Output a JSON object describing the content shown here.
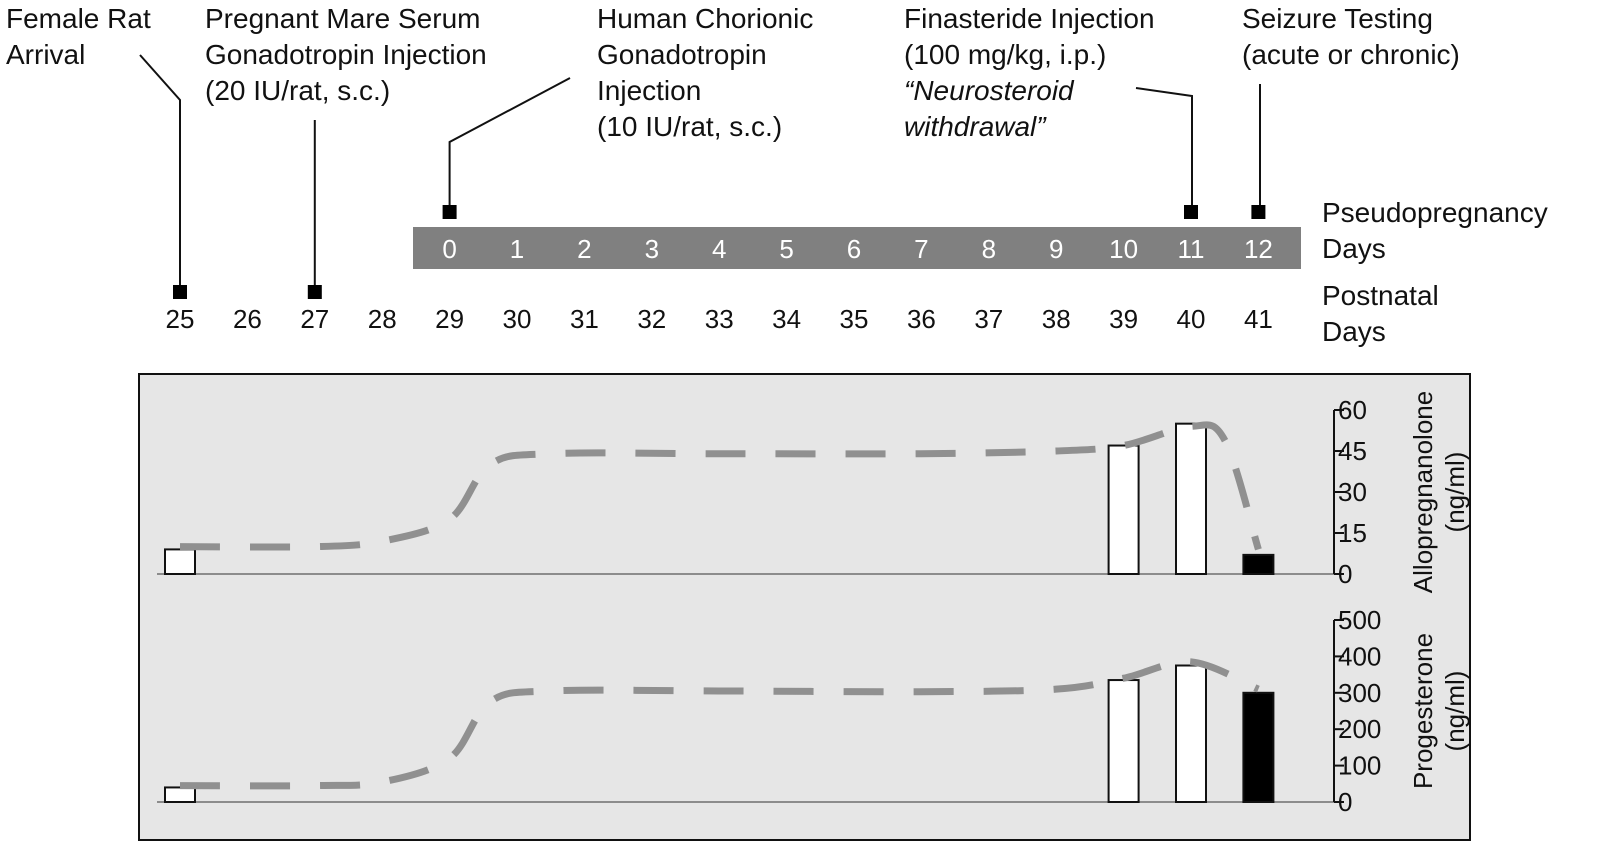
{
  "events": [
    {
      "lines": [
        "Female Rat",
        "Arrival"
      ],
      "postnatal_day": 25,
      "italic_lines": []
    },
    {
      "lines": [
        "Pregnant Mare Serum",
        "Gonadotropin Injection",
        "(20 IU/rat, s.c.)"
      ],
      "postnatal_day": 27,
      "italic_lines": []
    },
    {
      "lines": [
        "Human Chorionic",
        "Gonadotropin",
        "Injection",
        "(10 IU/rat, s.c.)"
      ],
      "pseudopregnancy_day": 0,
      "italic_lines": []
    },
    {
      "lines": [
        "Finasteride Injection",
        "(100 mg/kg, i.p.)",
        "“Neurosteroid",
        "withdrawal”"
      ],
      "pseudopregnancy_day": 11,
      "italic_lines": [
        2,
        3
      ]
    },
    {
      "lines": [
        "Seizure Testing",
        "(acute or chronic)"
      ],
      "pseudopregnancy_day": 12,
      "italic_lines": []
    }
  ],
  "pseudopregnancy": {
    "label_lines": [
      "Pseudopregnancy",
      "Days"
    ],
    "days": [
      "0",
      "1",
      "2",
      "3",
      "4",
      "5",
      "6",
      "7",
      "8",
      "9",
      "10",
      "11",
      "12"
    ],
    "bar_color": "#808080"
  },
  "postnatal": {
    "label_lines": [
      "Postnatal",
      "Days"
    ],
    "days": [
      "25",
      "26",
      "27",
      "28",
      "29",
      "30",
      "31",
      "32",
      "33",
      "34",
      "35",
      "36",
      "37",
      "38",
      "39",
      "40",
      "41"
    ]
  },
  "chart_data": [
    {
      "type": "bar",
      "ylabel_lines": [
        "Allopregnanolone",
        "(ng/ml)"
      ],
      "ylim": [
        0,
        60
      ],
      "yticks": [
        0,
        15,
        30,
        45,
        60
      ],
      "bars": [
        {
          "postnatal_day": 25,
          "value": 9,
          "fill": "#ffffff"
        },
        {
          "postnatal_day": 39,
          "value": 47,
          "fill": "#ffffff"
        },
        {
          "postnatal_day": 40,
          "value": 55,
          "fill": "#ffffff"
        },
        {
          "postnatal_day": 41,
          "value": 7,
          "fill": "#000000"
        }
      ],
      "trend": [
        [
          25,
          10
        ],
        [
          27,
          10
        ],
        [
          28,
          12
        ],
        [
          29,
          20
        ],
        [
          29.6,
          40
        ],
        [
          30.5,
          44
        ],
        [
          33,
          44
        ],
        [
          36,
          44
        ],
        [
          38,
          45
        ],
        [
          39,
          47
        ],
        [
          40,
          54
        ],
        [
          40.5,
          49
        ],
        [
          41,
          9
        ]
      ]
    },
    {
      "type": "bar",
      "ylabel_lines": [
        "Progesterone",
        "(ng/ml)"
      ],
      "ylim": [
        0,
        500
      ],
      "yticks": [
        0,
        100,
        200,
        300,
        400,
        500
      ],
      "bars": [
        {
          "postnatal_day": 25,
          "value": 40,
          "fill": "#ffffff"
        },
        {
          "postnatal_day": 39,
          "value": 335,
          "fill": "#ffffff"
        },
        {
          "postnatal_day": 40,
          "value": 375,
          "fill": "#ffffff"
        },
        {
          "postnatal_day": 41,
          "value": 300,
          "fill": "#000000"
        }
      ],
      "trend": [
        [
          25,
          45
        ],
        [
          27,
          45
        ],
        [
          28,
          55
        ],
        [
          29,
          120
        ],
        [
          29.6,
          275
        ],
        [
          30.5,
          305
        ],
        [
          33,
          305
        ],
        [
          36,
          303
        ],
        [
          38,
          310
        ],
        [
          39,
          340
        ],
        [
          40,
          385
        ],
        [
          41,
          310
        ]
      ]
    }
  ],
  "colors": {
    "panel_bg": "#e6e6e6",
    "trend": "#909090",
    "marker": "#000000"
  }
}
